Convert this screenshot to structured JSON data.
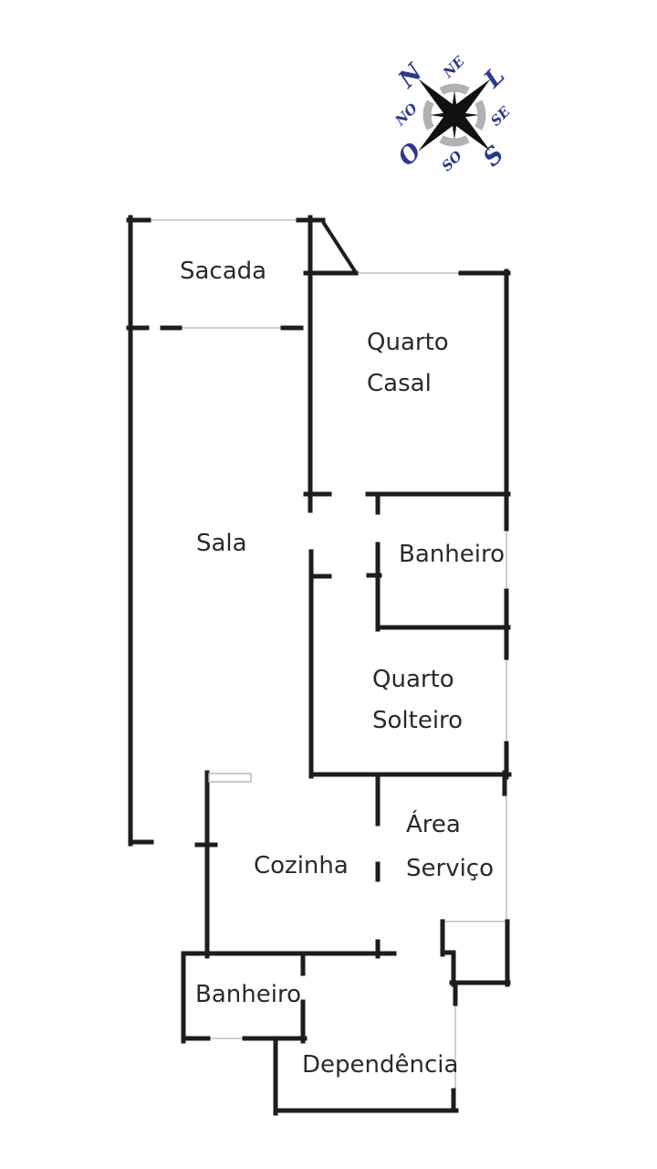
{
  "compass": {
    "n": "N",
    "ne": "NE",
    "l": "L",
    "se": "SE",
    "s": "S",
    "so": "SO",
    "o": "O",
    "no": "NO"
  },
  "rooms": {
    "sacada": {
      "label": "Sacada"
    },
    "quarto_casal": {
      "line1": "Quarto",
      "line2": "Casal"
    },
    "sala": {
      "label": "Sala"
    },
    "banheiro_meio": {
      "label": "Banheiro"
    },
    "quarto_solteiro": {
      "line1": "Quarto",
      "line2": "Solteiro"
    },
    "cozinha": {
      "label": "Cozinha"
    },
    "area_servico": {
      "line1": "Área",
      "line2": "Serviço"
    },
    "banheiro_baixo": {
      "label": "Banheiro"
    },
    "dependencia": {
      "label": "Dependência"
    }
  },
  "colors": {
    "wall": "#1d1d1d",
    "thin_line": "#b5b5b5",
    "label_text": "#2a2a2a",
    "compass_letter": "#2b3a8e",
    "compass_ring": "#b2b2b2"
  },
  "floorplan": {
    "walls_thick": [
      [
        143,
        238,
        143,
        924
      ],
      [
        143,
        922,
        166,
        922
      ],
      [
        141,
        241,
        163,
        241
      ],
      [
        327,
        241,
        354,
        241
      ],
      [
        340,
        238,
        340,
        559
      ],
      [
        335,
        299,
        390,
        299
      ],
      [
        505,
        299,
        557,
        299
      ],
      [
        555,
        297,
        555,
        541
      ],
      [
        141,
        359,
        161,
        359
      ],
      [
        178,
        359,
        197,
        359
      ],
      [
        310,
        359,
        330,
        359
      ],
      [
        335,
        541,
        361,
        541
      ],
      [
        403,
        541,
        557,
        541
      ],
      [
        414,
        541,
        414,
        561
      ],
      [
        414,
        596,
        414,
        689
      ],
      [
        404,
        630,
        416,
        630
      ],
      [
        341,
        604,
        341,
        850
      ],
      [
        341,
        631,
        361,
        631
      ],
      [
        555,
        541,
        555,
        579
      ],
      [
        555,
        647,
        555,
        690
      ],
      [
        414,
        687,
        557,
        687
      ],
      [
        555,
        687,
        555,
        720
      ],
      [
        555,
        814,
        555,
        851
      ],
      [
        341,
        848,
        558,
        848
      ],
      [
        414,
        848,
        414,
        902
      ],
      [
        414,
        946,
        414,
        963
      ],
      [
        414,
        1031,
        414,
        1047
      ],
      [
        553,
        846,
        553,
        869
      ],
      [
        227,
        846,
        227,
        1047
      ],
      [
        216,
        925,
        236,
        925
      ],
      [
        201,
        1044,
        432,
        1044
      ],
      [
        201,
        1044,
        201,
        1140
      ],
      [
        201,
        1137,
        228,
        1137
      ],
      [
        268,
        1137,
        334,
        1137
      ],
      [
        332,
        1044,
        332,
        1066
      ],
      [
        332,
        1097,
        332,
        1140
      ],
      [
        302,
        1137,
        302,
        1219
      ],
      [
        302,
        1216,
        500,
        1216
      ],
      [
        497,
        1194,
        497,
        1216
      ],
      [
        485,
        1009,
        485,
        1045
      ],
      [
        485,
        1043,
        497,
        1043
      ],
      [
        497,
        1043,
        497,
        1078
      ],
      [
        495,
        1076,
        557,
        1076
      ],
      [
        556,
        1009,
        556,
        1078
      ],
      [
        499,
        1076,
        499,
        1099
      ]
    ],
    "walls_thin": [
      [
        163,
        241,
        330,
        241
      ],
      [
        197,
        359,
        311,
        359
      ],
      [
        390,
        299,
        505,
        299
      ],
      [
        555,
        579,
        555,
        647
      ],
      [
        555,
        720,
        555,
        814
      ],
      [
        555,
        869,
        555,
        1009
      ],
      [
        485,
        1009,
        556,
        1009
      ],
      [
        499,
        1099,
        499,
        1195
      ],
      [
        228,
        1137,
        268,
        1137
      ]
    ],
    "door_diagonal": [
      354,
      243,
      389,
      297
    ],
    "window_rects": [
      [
        229,
        847,
        46,
        9
      ]
    ]
  }
}
